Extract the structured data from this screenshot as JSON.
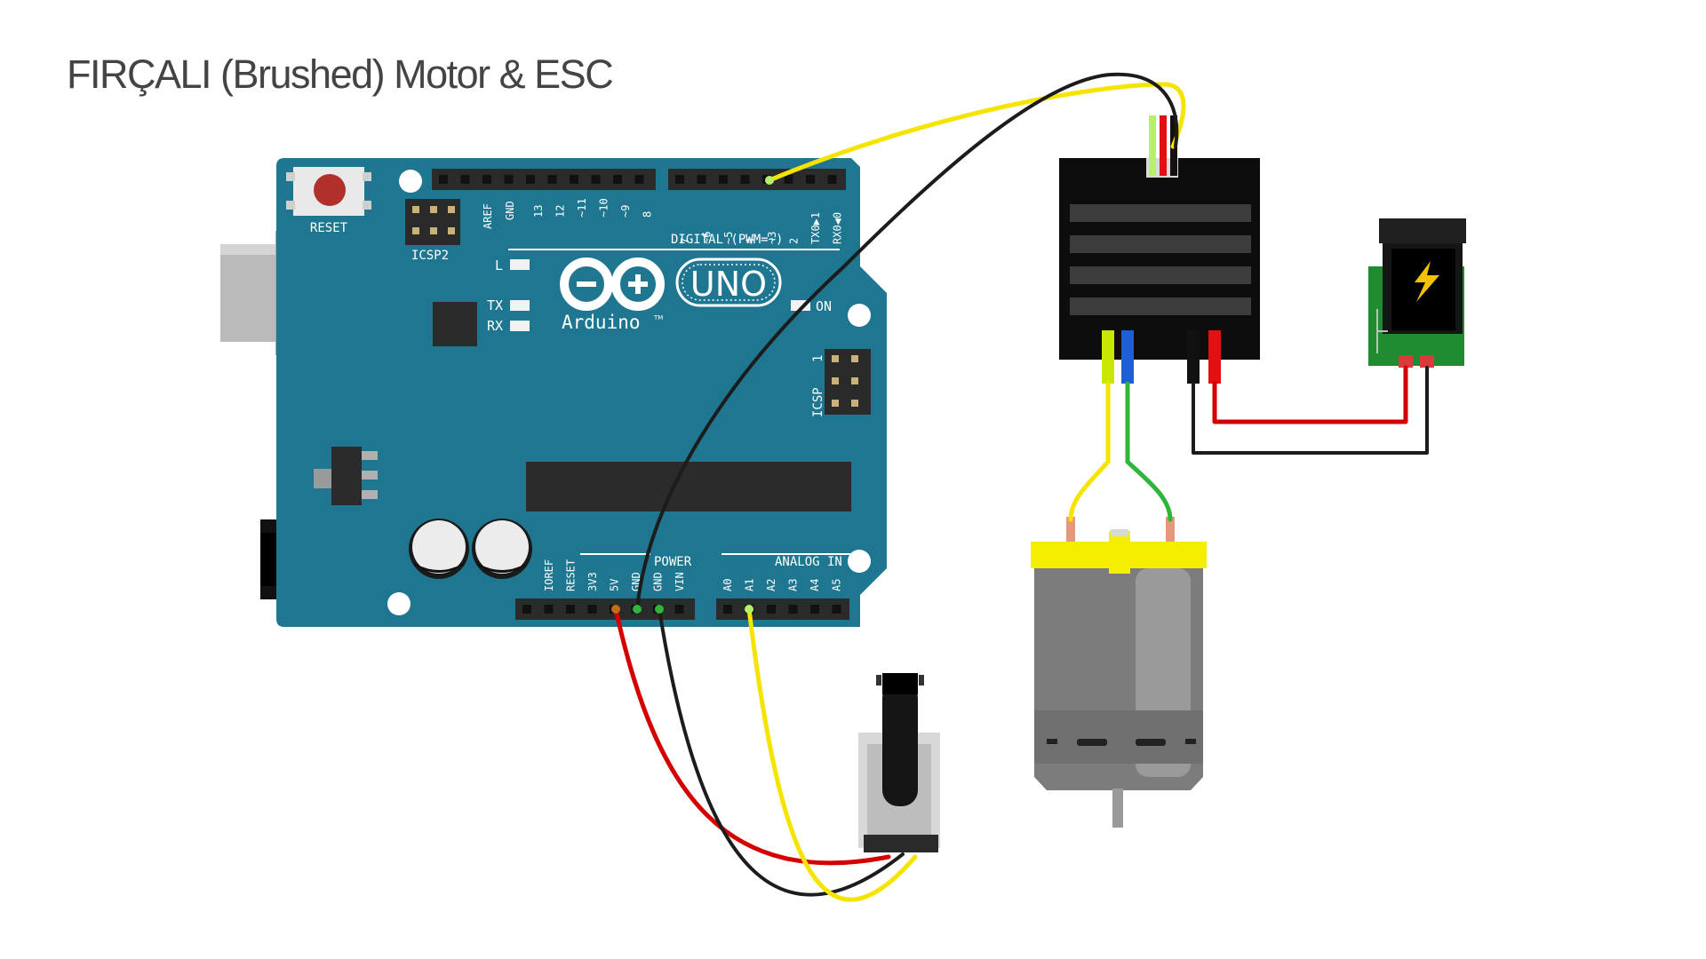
{
  "title": "FIRÇALI (Brushed) Motor & ESC",
  "colors": {
    "board": "#1f7690",
    "board_edge": "#176479",
    "wire_yellow": "#f5e400",
    "wire_black": "#1c1c1c",
    "wire_red": "#d40000",
    "wire_green": "#2fb53a",
    "wire_blue": "#1f5fd6",
    "esc_body": "#0d0d0d",
    "motor_cap": "#f4ef00",
    "motor_body": "#7c7c7c",
    "jack_pcb": "#1e8c2f"
  },
  "arduino": {
    "reset_label": "RESET",
    "icsp2_label": "ICSP2",
    "icsp_label": "ICSP",
    "icsp_pin_label": "1",
    "aref_label": "AREF",
    "gnd_label": "GND",
    "digital_pins_left": [
      "13",
      "12",
      "~11",
      "~10",
      "~9",
      "8"
    ],
    "digital_pins_right": [
      "7",
      "~6",
      "~5",
      "4",
      "~3",
      "2",
      "TX0▶1",
      "RX0◀0"
    ],
    "digital_label": "DIGITAL (PWM=~)",
    "led_l": "L",
    "led_tx": "TX",
    "led_rx": "RX",
    "on_label": "ON",
    "logo_text": "Arduino",
    "logo_tm": "TM",
    "uno_label": "UNO",
    "power_label": "POWER",
    "power_pins": [
      "IOREF",
      "RESET",
      "3V3",
      "5V",
      "GND",
      "GND",
      "VIN"
    ],
    "analog_label": "ANALOG IN",
    "analog_pins": [
      "A0",
      "A1",
      "A2",
      "A3",
      "A4",
      "A5"
    ]
  },
  "components": {
    "esc": "esc-module",
    "motor": "dc-brushed-motor",
    "potentiometer": "rotary-potentiometer",
    "power_jack": "dc-barrel-jack",
    "power_icon": "lightning-bolt-icon"
  }
}
